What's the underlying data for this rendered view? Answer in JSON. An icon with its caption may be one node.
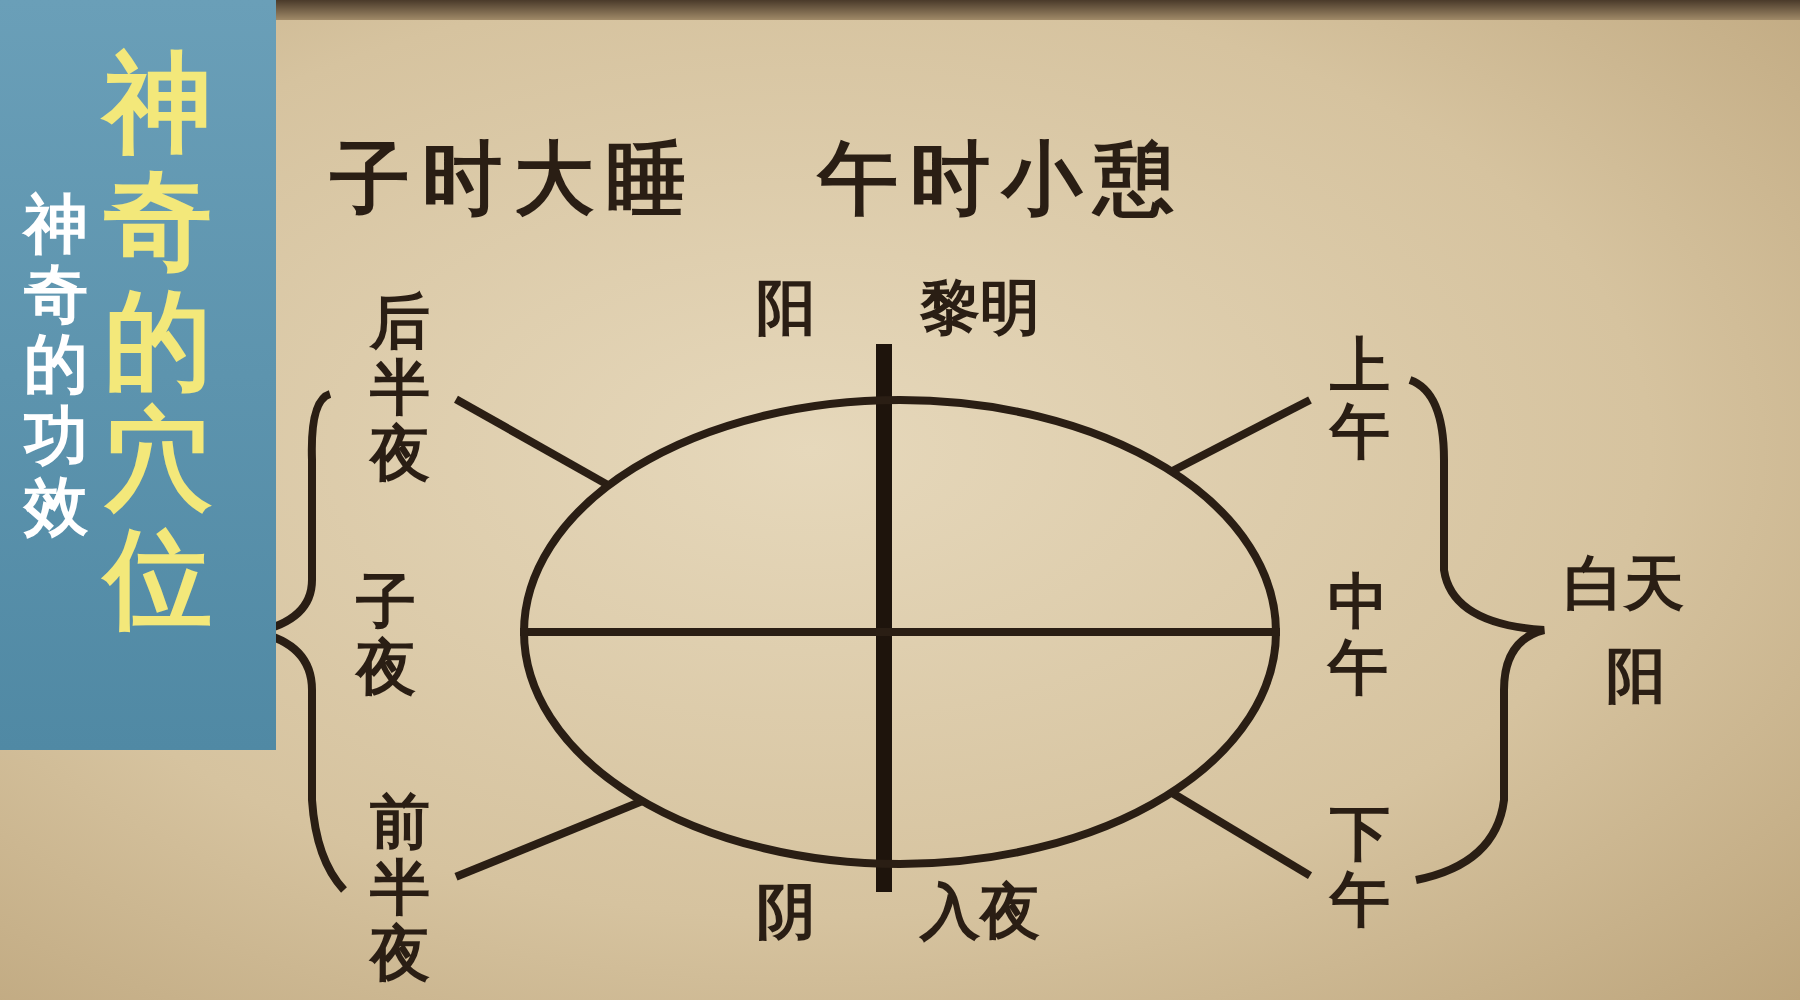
{
  "diagram": {
    "title": "子时大睡 午时小憩",
    "nodes": [
      {
        "text": [],
        "shape": "circle"
      },
      {
        "text": [
          "后半夜"
        ]
      },
      {
        "text": [
          "前半夜"
        ]
      },
      {
        "text": [
          "上午"
        ]
      },
      {
        "text": [
          "下午"
        ]
      }
    ],
    "edges": [
      {
        "from": 1,
        "to": 0,
        "arrow": "none"
      },
      {
        "from": 2,
        "to": 0,
        "arrow": "none"
      },
      {
        "from": 3,
        "to": 0,
        "arrow": "none"
      },
      {
        "from": 4,
        "to": 0,
        "arrow": "none"
      }
    ],
    "labels": [
      "神奇的穴位",
      "神奇的功效",
      "阳",
      "黎明",
      "子夜",
      "中午",
      "白天",
      "阳",
      "阴",
      "入夜"
    ]
  }
}
